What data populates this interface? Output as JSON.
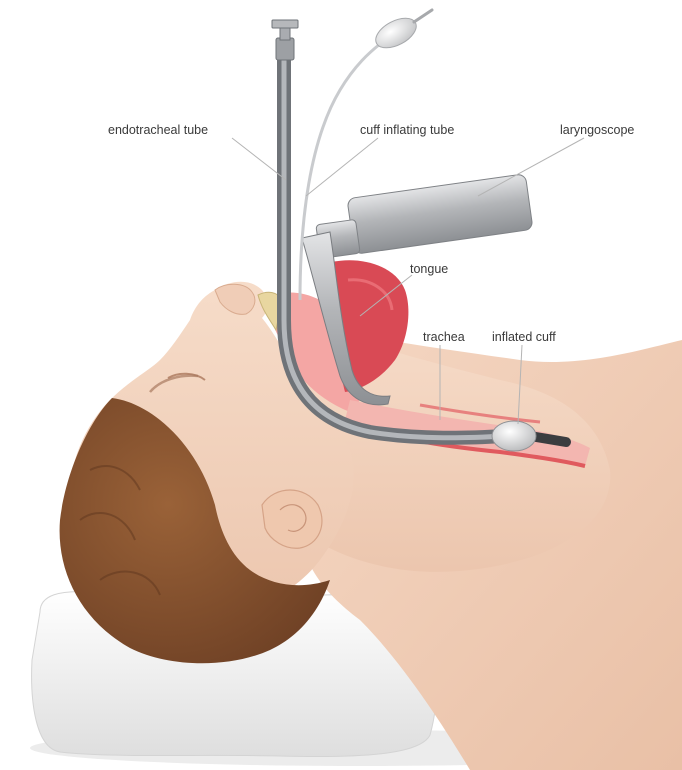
{
  "labels": {
    "endotracheal_tube": "endotracheal tube",
    "cuff_inflating_tube": "cuff inflating tube",
    "laryngoscope": "laryngoscope",
    "tongue": "tongue",
    "trachea": "trachea",
    "inflated_cuff": "inflated cuff"
  },
  "colors": {
    "skin": "#f3d6c2",
    "skin_shadow": "#e8bfa5",
    "hair": "#8a5530",
    "hair_dark": "#6e4024",
    "airway": "#e05a5e",
    "airway_light": "#f4a6a4",
    "tube": "#8c8f94",
    "metal": "#b9bbbe",
    "pillow": "#f1f1f1",
    "label_text": "#3a3a3a"
  }
}
